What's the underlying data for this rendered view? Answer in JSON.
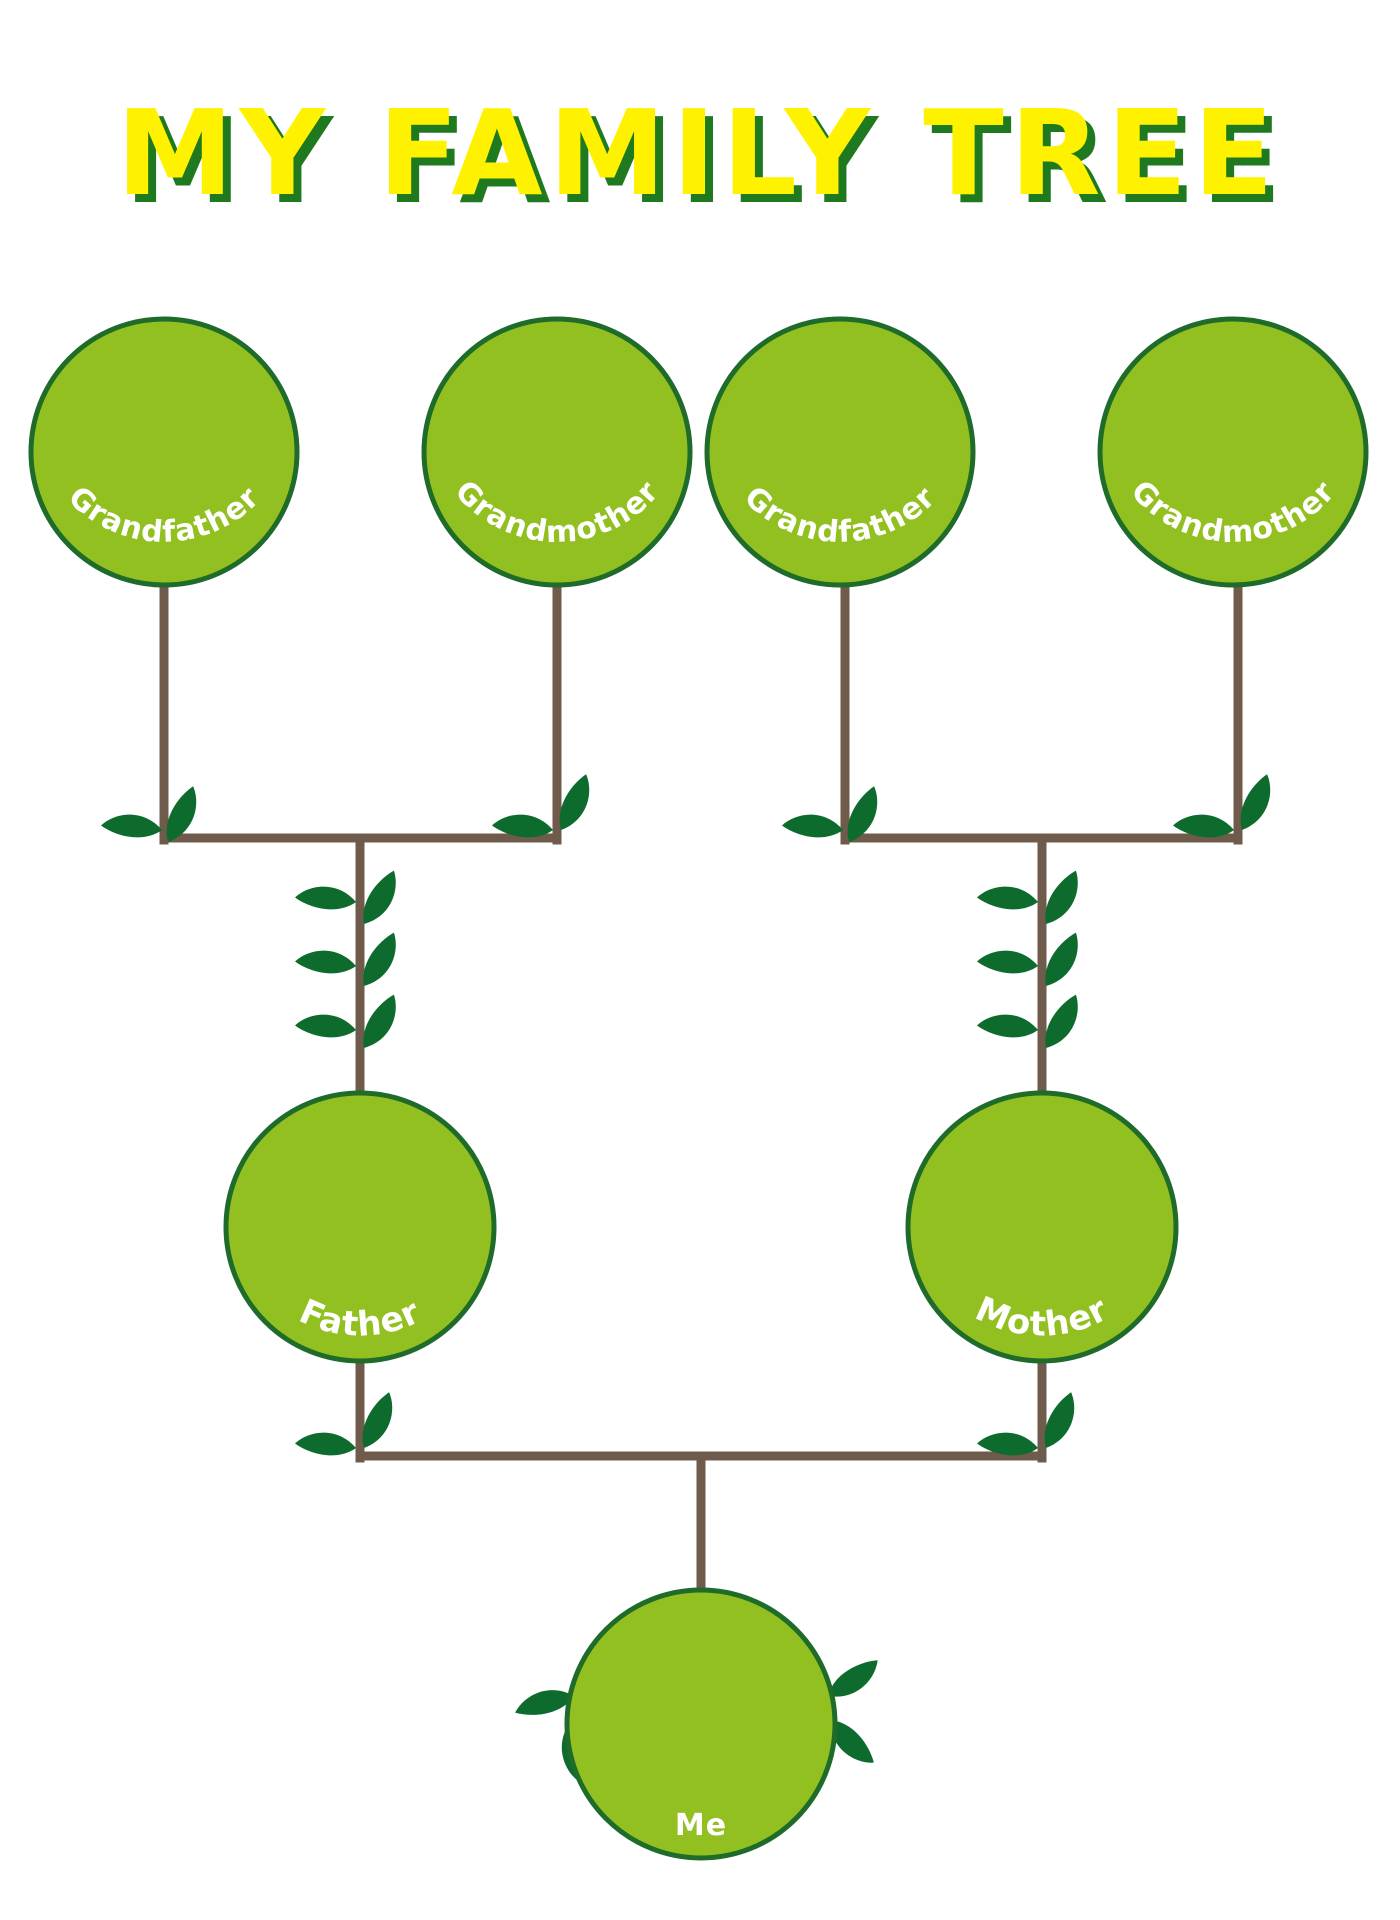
{
  "title": "MY FAMILY TREE",
  "colors": {
    "title_fill": "#FFF200",
    "title_shadow": "#1F7A1F",
    "node_fill": "#93C021",
    "node_stroke": "#1E6B2A",
    "branch": "#6F5B4B",
    "leaf": "#0E6B2E",
    "label": "#FFFFFF"
  },
  "nodes": {
    "paternal_grandfather": {
      "label": "Grandfather"
    },
    "paternal_grandmother": {
      "label": "Grandmother"
    },
    "maternal_grandfather": {
      "label": "Grandfather"
    },
    "maternal_grandmother": {
      "label": "Grandmother"
    },
    "father": {
      "label": "Father"
    },
    "mother": {
      "label": "Mother"
    },
    "me": {
      "label": "Me"
    }
  }
}
